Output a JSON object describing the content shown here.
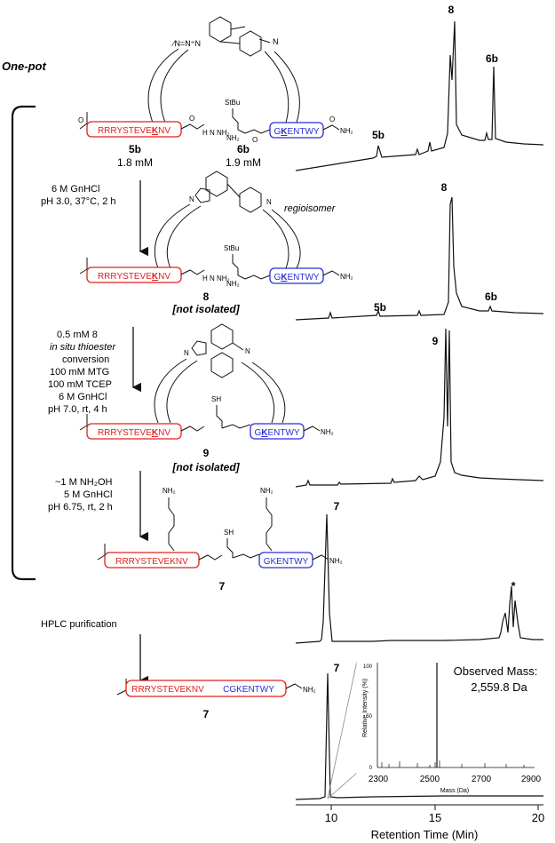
{
  "title": "One-pot",
  "peptides": {
    "red_full": "RRRYSTEVEKNV",
    "red_plain": "RRRYSTEVE",
    "red_k": "K",
    "red_nv": "NV",
    "blue_full": "GKENTWY",
    "blue_g": "G",
    "blue_k": "K",
    "blue_entwy": "ENTWY",
    "ligated_red": "RRRYSTEVEKNV",
    "ligated_blue": "CGKENTWY"
  },
  "compounds": {
    "c5b": {
      "label": "5b",
      "conc": "1.8 mM"
    },
    "c6b": {
      "label": "6b",
      "conc": "1.9 mM"
    },
    "c8": {
      "label": "8",
      "note": "[not isolated]"
    },
    "c9": {
      "label": "9",
      "note": "[not isolated]"
    },
    "c7": {
      "label": "7"
    }
  },
  "groups": {
    "stbu": "StBu",
    "sh": "SH",
    "nh2": "NH₂",
    "n": "N",
    "h": "H",
    "o": "O",
    "nh": "N"
  },
  "regioisomer": "regioisomer",
  "steps": {
    "s1": [
      "6 M GnHCl",
      "pH 3.0, 37°C, 2 h"
    ],
    "s2": [
      "0.5 mM 8",
      "in situ thioester",
      "conversion",
      "100 mM MTG",
      "100 mM TCEP",
      "6 M GnHCl",
      "pH 7.0, rt, 4 h"
    ],
    "s3": [
      "~1 M NH₂OH",
      "5 M GnHCl",
      "pH 6.75, rt, 2 h"
    ],
    "s4": [
      "HPLC purification"
    ]
  },
  "traces": {
    "t1": {
      "peaks": [
        "5b",
        "8",
        "6b"
      ]
    },
    "t2": {
      "peaks": [
        "5b",
        "8",
        "6b"
      ]
    },
    "t3": {
      "peaks": [
        "9"
      ]
    },
    "t4": {
      "peaks": [
        "7",
        "*"
      ]
    },
    "t5": {
      "peaks": [
        "7"
      ]
    }
  },
  "inset": {
    "observed_label": "Observed Mass:",
    "observed_value": "2,559.8 Da",
    "ylabel": "Relative Intensity (%)",
    "xlabel": "Mass (Da)",
    "xticks": [
      "2300",
      "2500",
      "2700",
      "2900"
    ],
    "yticks": [
      "0",
      "50",
      "100"
    ]
  },
  "xaxis": {
    "label": "Retention Time (Min)",
    "ticks": [
      "10",
      "15",
      "20"
    ]
  },
  "colors": {
    "red": "#e0211d",
    "blue": "#2a2fd6",
    "black": "#111111"
  }
}
